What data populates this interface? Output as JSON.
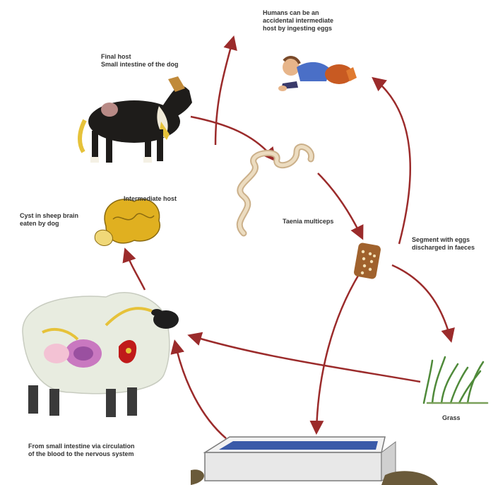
{
  "labels": {
    "final_host": "Final host\nSmall intestine of the dog",
    "humans": "Humans can be an\naccidental intermediate\nhost by ingesting eggs",
    "intermediate_host": "Intermediate host",
    "cyst": "Cyst in sheep brain\neaten by dog",
    "taenia": "Taenia multiceps",
    "segment": "Segment with eggs\ndischarged in faeces",
    "grass": "Grass",
    "circulation": "From small intestine via circulation\nof the blood to the nervous system"
  },
  "colors": {
    "arrow": "#9b2b2b",
    "worm": "#dcc4a0",
    "segment": "#a0622d",
    "brain": "#e0b020",
    "grass": "#4f8a3a",
    "water": "#3a5aa8"
  },
  "icons": [
    "dog",
    "child",
    "tapeworm",
    "egg-segment",
    "brain-cyst",
    "sheep",
    "grass",
    "water-trough"
  ]
}
